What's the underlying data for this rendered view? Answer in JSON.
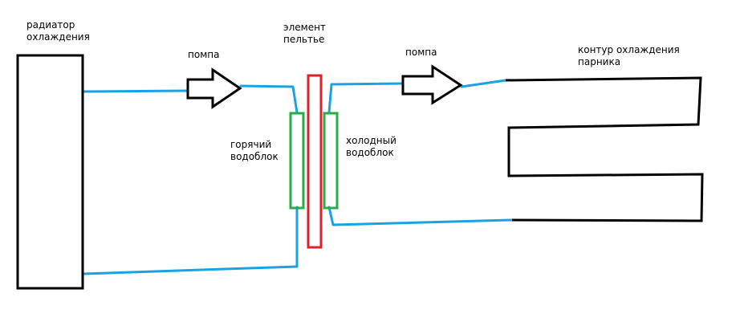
{
  "labels": {
    "radiator": [
      "радиатор",
      "охлаждения"
    ],
    "peltier": [
      "элемент",
      "пельтье"
    ],
    "pump_left": "помпа",
    "pump_right": "помпа",
    "contour": [
      "контур охлаждения",
      "парника"
    ],
    "hot_block": [
      "горячий",
      "водоблок"
    ],
    "cold_block": [
      "холодный",
      "водоблок"
    ]
  },
  "colors": {
    "pipe": "#1aa3e3",
    "peltier": "#e0202a",
    "waterblock": "#27ad47",
    "outline": "#000000"
  }
}
